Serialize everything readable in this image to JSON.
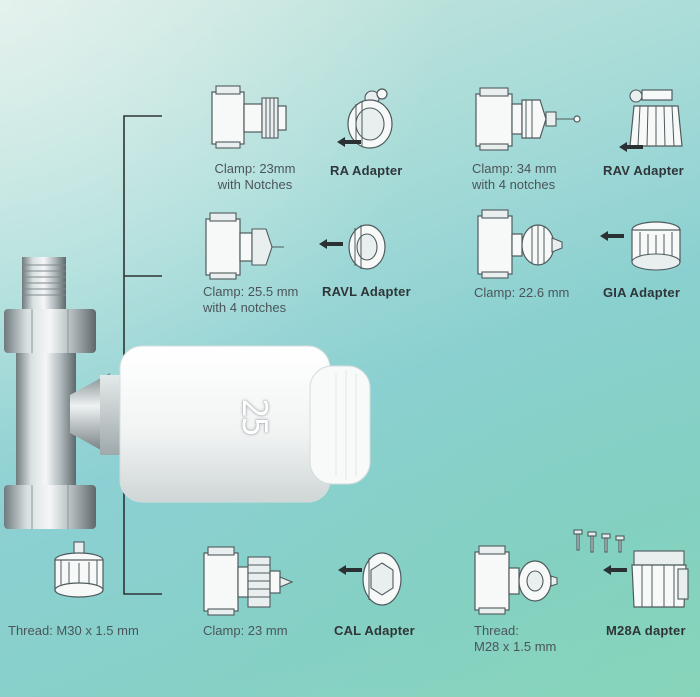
{
  "items": [
    {
      "spec_lines": [
        "Clamp: 23mm",
        "with Notches"
      ],
      "adapter": "RA Adapter"
    },
    {
      "spec_lines": [
        "Clamp: 34 mm",
        "with 4 notches"
      ],
      "adapter": "RAV Adapter"
    },
    {
      "spec_lines": [
        "Clamp: 25.5 mm",
        "with 4 notches"
      ],
      "adapter": "RAVL Adapter"
    },
    {
      "spec_lines": [
        "Clamp: 22.6 mm"
      ],
      "adapter": "GIA Adapter"
    },
    {
      "spec_lines": [
        "Clamp: 23 mm"
      ],
      "adapter": "CAL Adapter"
    },
    {
      "spec_lines": [
        "Thread:",
        "M28 x 1.5 mm"
      ],
      "adapter": "M28A dapter"
    }
  ],
  "thread_label": "Thread: M30 x 1.5 mm",
  "display_readout": "25",
  "icons": [
    "valve-body-icon",
    "adapter-ring-icon",
    "arrow-left-icon",
    "thermostat-head-icon",
    "radiator-valve-icon"
  ],
  "colors": {
    "background_top": "#cfe7df",
    "background_bottom": "#8fd6c3",
    "text": "#4b5559",
    "label": "#2f3538"
  }
}
